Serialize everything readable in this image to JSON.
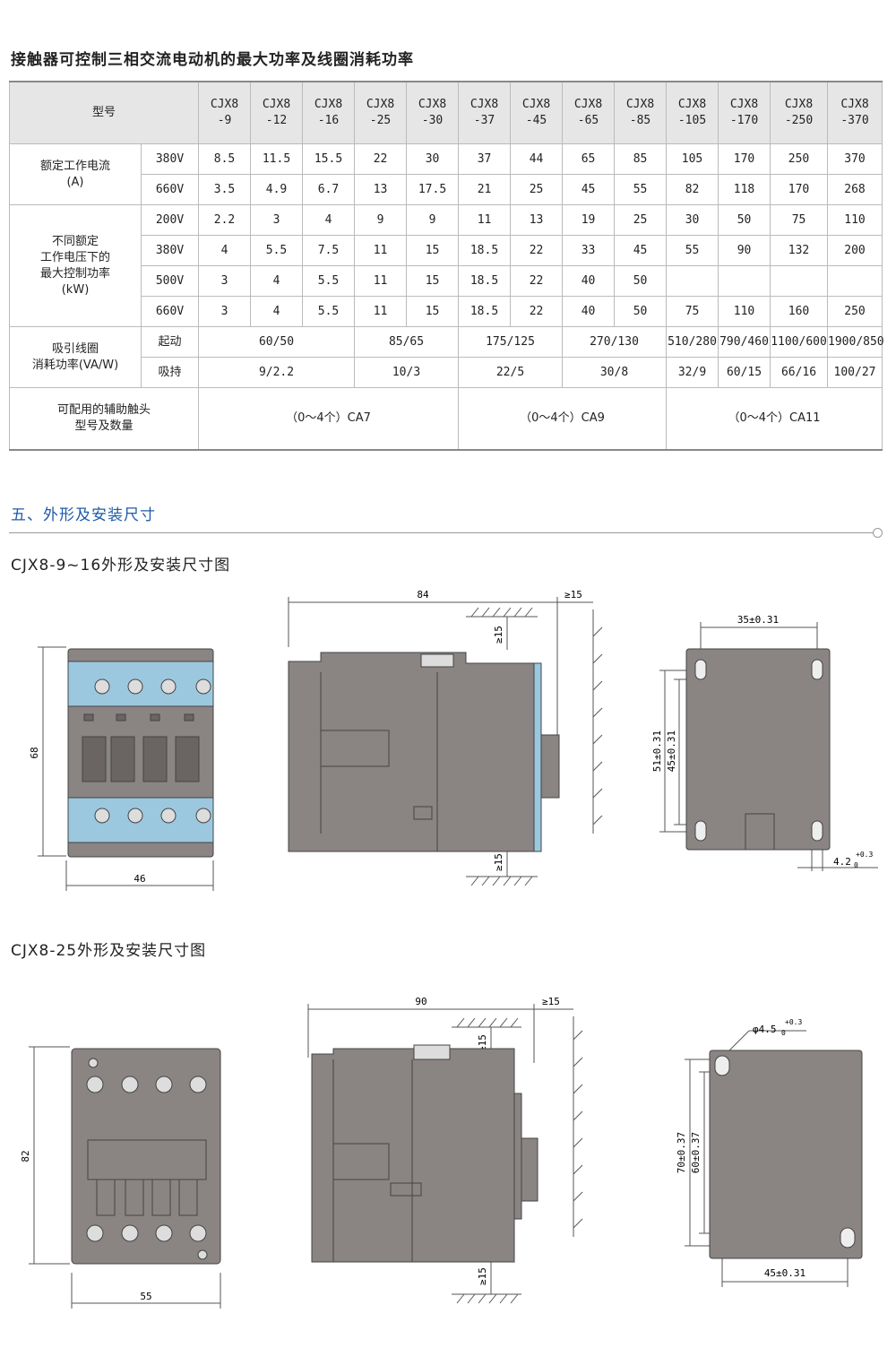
{
  "title": "接触器可控制三相交流电动机的最大功率及线圈消耗功率",
  "table": {
    "model_label": "型号",
    "models": [
      "CJX8\n-9",
      "CJX8\n-12",
      "CJX8\n-16",
      "CJX8\n-25",
      "CJX8\n-30",
      "CJX8\n-37",
      "CJX8\n-45",
      "CJX8\n-65",
      "CJX8\n-85",
      "CJX8\n-105",
      "CJX8\n-170",
      "CJX8\n-250",
      "CJX8\n-370"
    ],
    "current_label": "额定工作电流\n(A)",
    "current_rows": [
      {
        "v": "380V",
        "vals": [
          "8.5",
          "11.5",
          "15.5",
          "22",
          "30",
          "37",
          "44",
          "65",
          "85",
          "105",
          "170",
          "250",
          "370"
        ]
      },
      {
        "v": "660V",
        "vals": [
          "3.5",
          "4.9",
          "6.7",
          "13",
          "17.5",
          "21",
          "25",
          "45",
          "55",
          "82",
          "118",
          "170",
          "268"
        ]
      }
    ],
    "power_label": "不同额定\n工作电压下的\n最大控制功率\n(kW)",
    "power_rows": [
      {
        "v": "200V",
        "vals": [
          "2.2",
          "3",
          "4",
          "9",
          "9",
          "11",
          "13",
          "19",
          "25",
          "30",
          "50",
          "75",
          "110"
        ]
      },
      {
        "v": "380V",
        "vals": [
          "4",
          "5.5",
          "7.5",
          "11",
          "15",
          "18.5",
          "22",
          "33",
          "45",
          "55",
          "90",
          "132",
          "200"
        ]
      },
      {
        "v": "500V",
        "vals": [
          "3",
          "4",
          "5.5",
          "11",
          "15",
          "18.5",
          "22",
          "40",
          "50",
          "",
          "",
          "",
          ""
        ]
      },
      {
        "v": "660V",
        "vals": [
          "3",
          "4",
          "5.5",
          "11",
          "15",
          "18.5",
          "22",
          "40",
          "50",
          "75",
          "110",
          "160",
          "250"
        ]
      }
    ],
    "coil_label": "吸引线圈\n消耗功率(VA/W)",
    "coil_start_label": "起动",
    "coil_start": [
      "60/50",
      "85/65",
      "175/125",
      "270/130",
      "510/280",
      "790/460",
      "1100/600",
      "1900/850"
    ],
    "coil_hold_label": "吸持",
    "coil_hold": [
      "9/2.2",
      "10/3",
      "22/5",
      "30/8",
      "32/9",
      "60/15",
      "66/16",
      "100/27"
    ],
    "aux_label": "可配用的辅助触头\n型号及数量",
    "aux": [
      "（0～4个）CA7",
      "（0～4个）CA9",
      "（0～4个）CA11"
    ]
  },
  "section_title": "五、外形及安装尺寸",
  "fig1": {
    "title": "CJX8-9~16外形及安装尺寸图",
    "h": "68",
    "w": "46",
    "depth": "84",
    "clear": "≥15",
    "mount_w": "35±0.31",
    "mount_h1": "51±0.31",
    "mount_h2": "45±0.31",
    "slot": "4.2",
    "slot_tol": "+0.3",
    "slot_tol0": "0"
  },
  "fig2": {
    "title": "CJX8-25外形及安装尺寸图",
    "h": "82",
    "w": "55",
    "depth": "90",
    "clear": "≥15",
    "hole": "φ4.5",
    "hole_tol": "+0.3",
    "hole_tol0": "0",
    "mount_h1": "70±0.37",
    "mount_h2": "60±0.37",
    "mount_w": "45±0.31"
  },
  "colors": {
    "body": "#8a8583",
    "terminal": "#9cc8df",
    "accent": "#1e5aa8"
  }
}
